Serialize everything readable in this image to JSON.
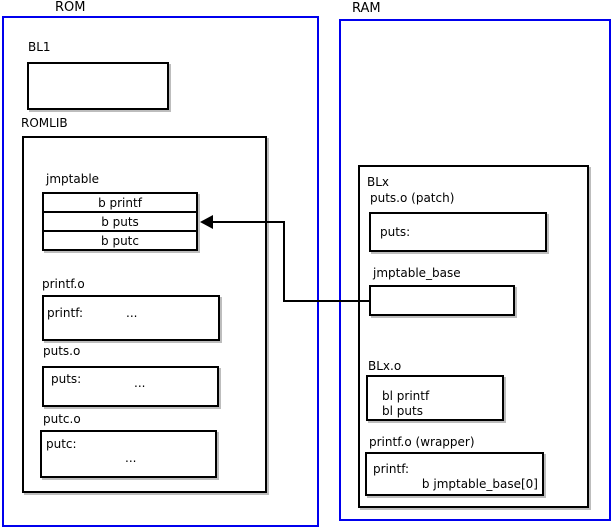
{
  "rom": {
    "title": "ROM",
    "bl1": {
      "label": "BL1"
    },
    "romlib": {
      "label": "ROMLIB",
      "jmptable": {
        "label": "jmptable",
        "entries": [
          "b printf",
          "b puts",
          "b putc"
        ]
      },
      "printf_o": {
        "label": "printf.o",
        "symbol": "printf:",
        "body": "..."
      },
      "puts_o": {
        "label": "puts.o",
        "symbol": "puts:",
        "body": "..."
      },
      "putc_o": {
        "label": "putc.o",
        "symbol": "putc:",
        "body": "..."
      }
    }
  },
  "ram": {
    "title": "RAM",
    "blx": {
      "label": "BLx",
      "puts_patch": {
        "label": "puts.o (patch)",
        "symbol": "puts:"
      },
      "jmptable_base": {
        "label": "jmptable_base"
      },
      "blx_o": {
        "label": "BLx.o",
        "instructions": [
          "bl printf",
          "bl puts"
        ]
      },
      "printf_wrapper": {
        "label": "printf.o (wrapper)",
        "symbol": "printf:",
        "instruction": "b jmptable_base[0]"
      }
    }
  },
  "connector": {
    "from": "jmptable_base",
    "to": "jmptable entry b puts"
  },
  "colors": {
    "frame": "#0000ee",
    "line": "#000000",
    "background": "#ffffff"
  }
}
